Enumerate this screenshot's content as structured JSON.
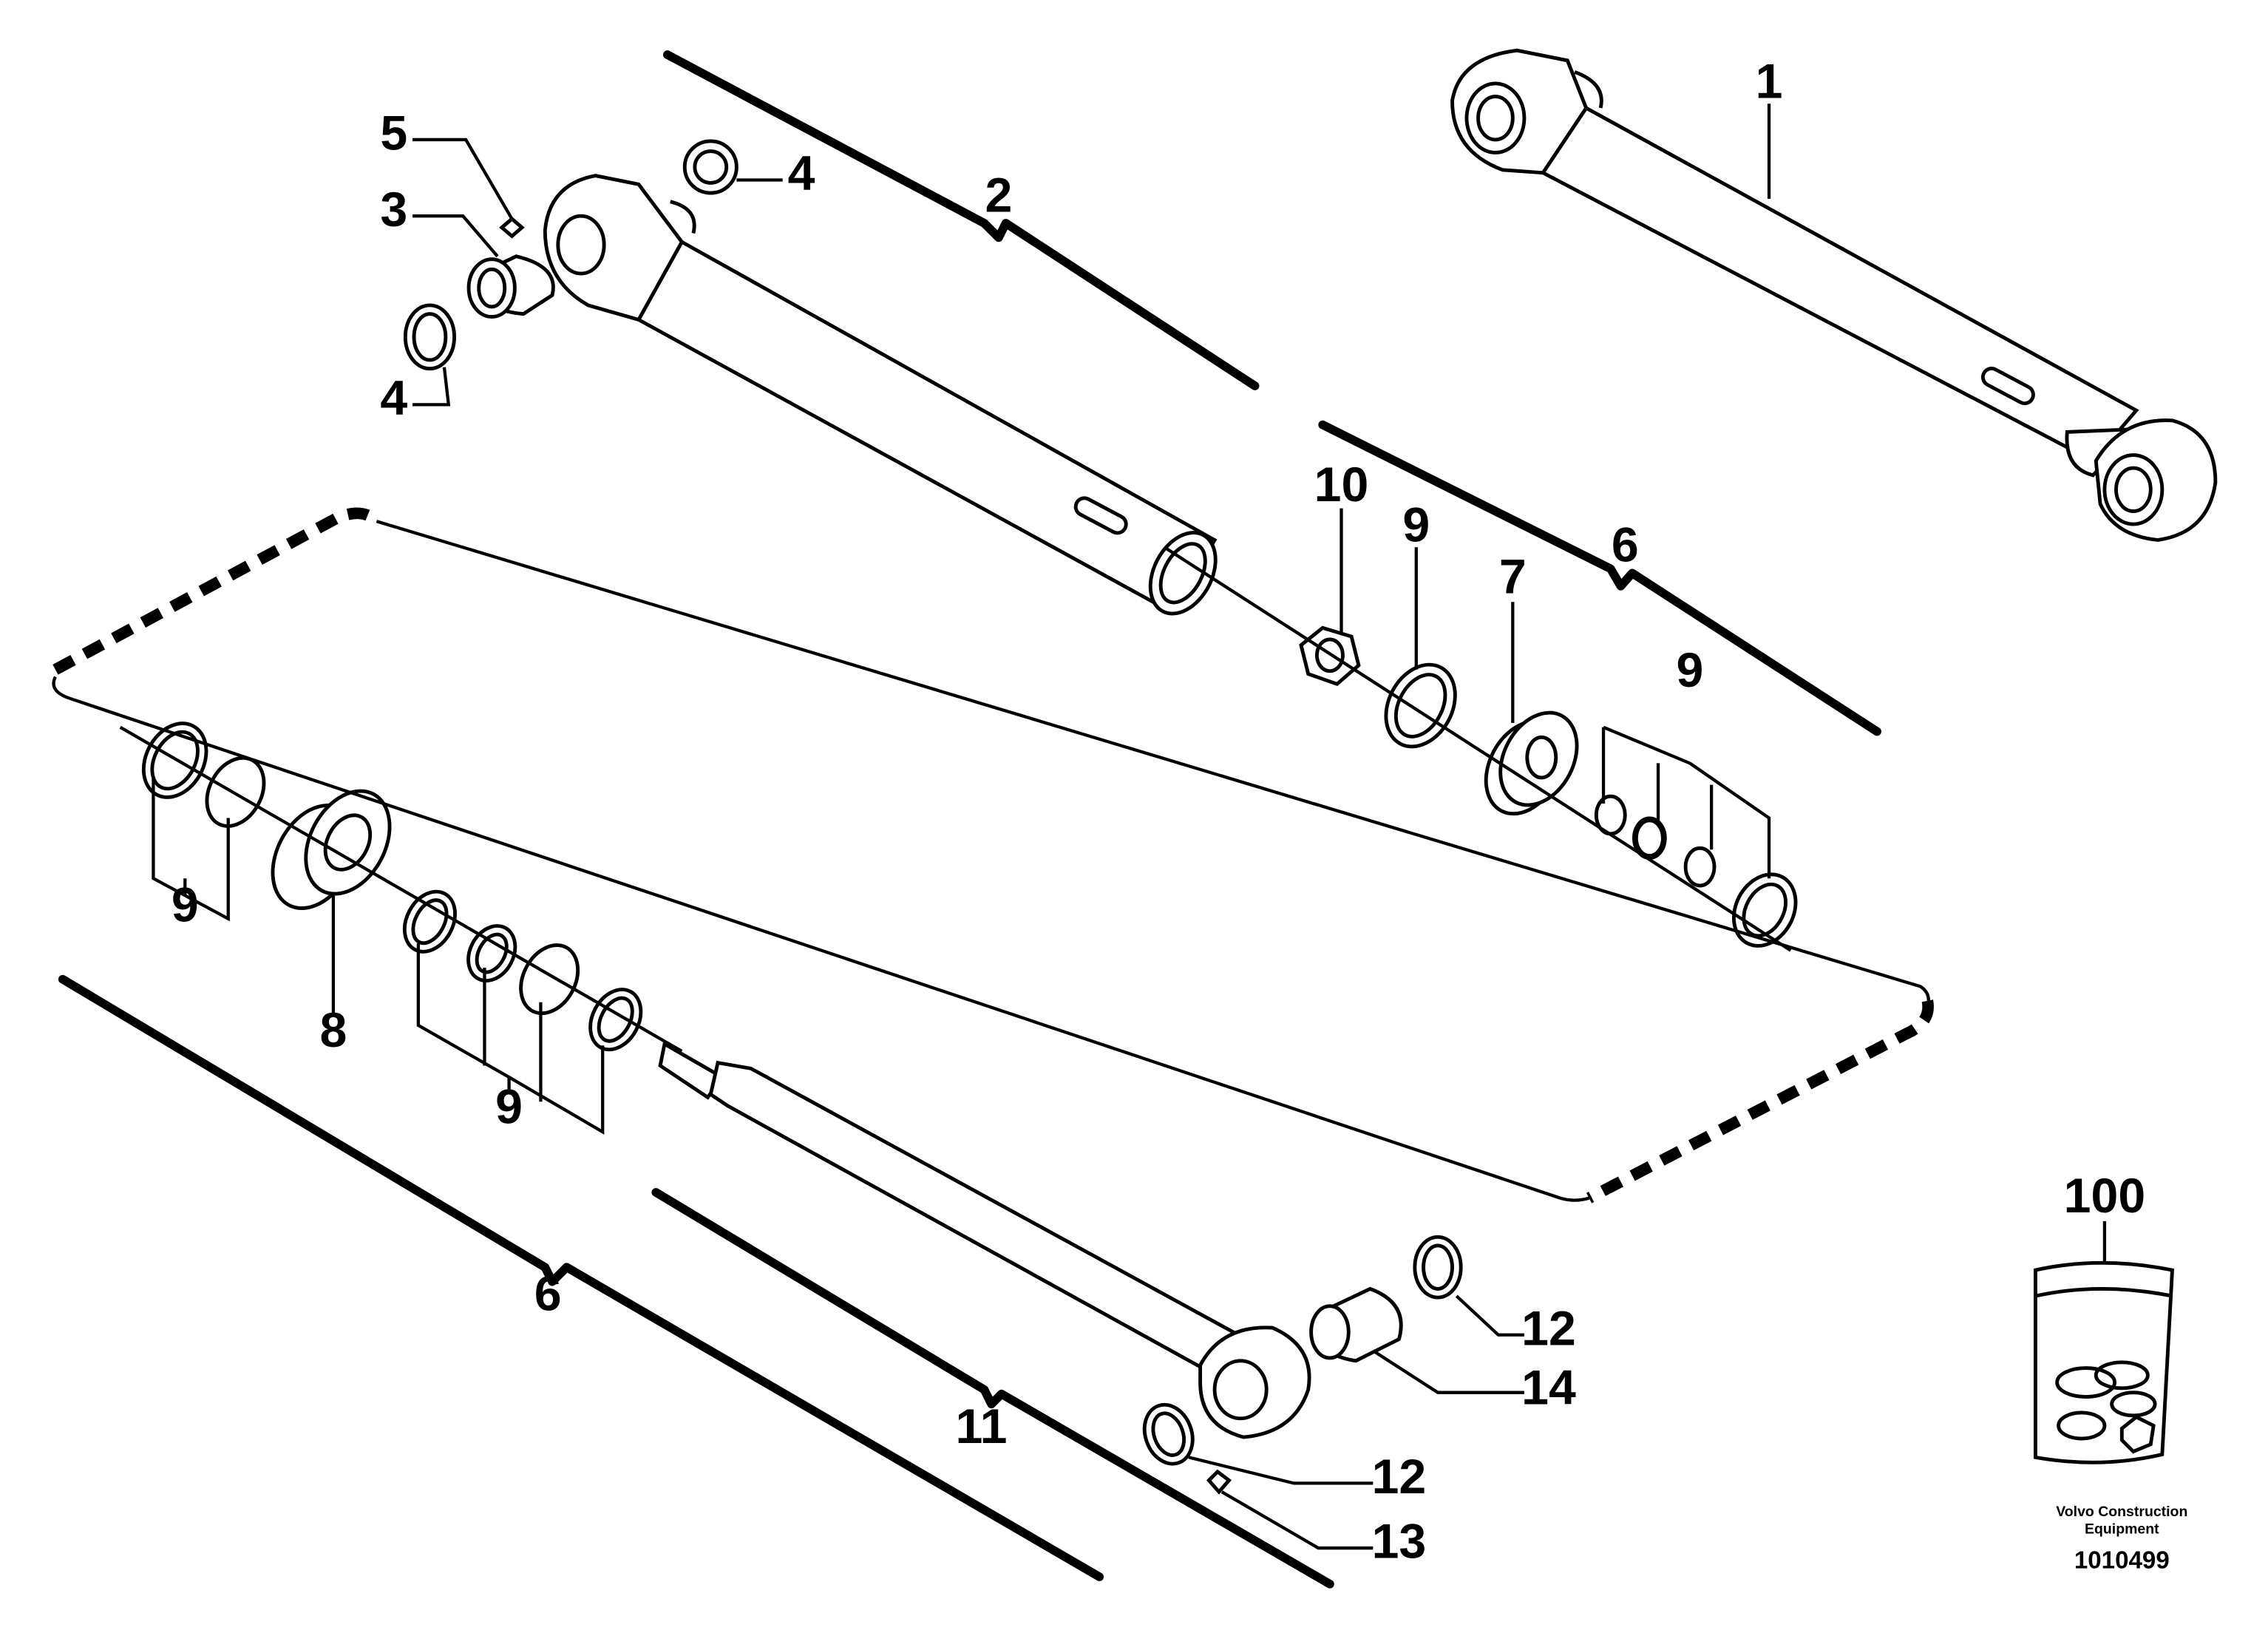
{
  "callouts": {
    "c1": "1",
    "c2": "2",
    "c3": "3",
    "c4a": "4",
    "c4b": "4",
    "c5": "5",
    "c6a": "6",
    "c6b": "6",
    "c7": "7",
    "c8": "8",
    "c9a": "9",
    "c9b": "9",
    "c9c": "9",
    "c9d": "9",
    "c10": "10",
    "c11": "11",
    "c12a": "12",
    "c12b": "12",
    "c13": "13",
    "c14": "14",
    "c100": "100"
  },
  "footer": {
    "brand_line1": "Volvo Construction",
    "brand_line2": "Equipment",
    "document_number": "1010499"
  }
}
